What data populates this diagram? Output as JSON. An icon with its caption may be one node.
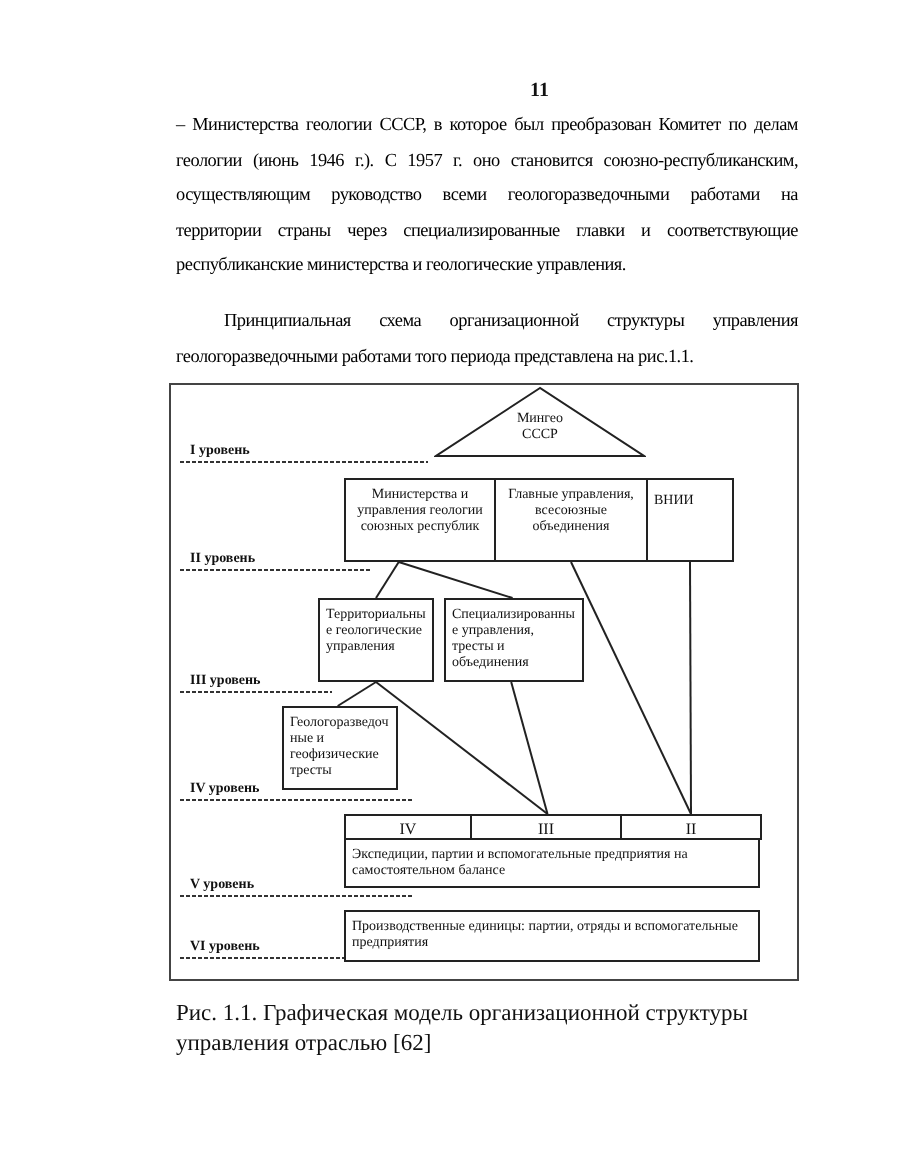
{
  "diagram": {
    "caption": "Рис. 1.1. Графическая модель организационной структуры управления отраслью [62]",
    "nodes": [
      {
        "text": [
          "Мингео СССР"
        ]
      },
      {
        "text": [
          "Министерства и управления геологии союзных республик"
        ]
      },
      {
        "text": [
          "Главные управления, всесоюзные объединения"
        ]
      },
      {
        "text": [
          "ВНИИ"
        ]
      },
      {
        "text": [
          "Территориальные геологические управления"
        ]
      },
      {
        "text": [
          "Специализированные управления, тресты и объединения"
        ]
      },
      {
        "text": [
          "Геологоразведочные и геофизические тресты"
        ]
      },
      {
        "text": [
          "Экспедиции, партии и вспомогательные предприятия на самостоятельном балансе"
        ]
      },
      {
        "text": [
          "IV"
        ],
        "in": 7
      },
      {
        "text": [
          "III"
        ],
        "in": 7
      },
      {
        "text": [
          "II"
        ],
        "in": 7
      },
      {
        "text": [
          "Производственные единицы: партии, отряды и вспомогательные предприятия"
        ]
      }
    ],
    "edges": [
      {
        "from": 1,
        "to": 4,
        "arrow": "none"
      },
      {
        "from": 1,
        "to": 5,
        "arrow": "none"
      },
      {
        "from": 2,
        "to": 10,
        "arrow": "none"
      },
      {
        "from": 3,
        "to": 10,
        "arrow": "none"
      },
      {
        "from": 4,
        "to": 6,
        "arrow": "none"
      },
      {
        "from": 4,
        "to": 9,
        "arrow": "none"
      },
      {
        "from": 5,
        "to": 9,
        "arrow": "none"
      }
    ],
    "labels": [
      "11",
      "– Министерства геологии СССР, в которое был преобразован Комитет по делам геологии (июнь 1946 г.). С 1957 г. оно становится союзно-республиканским, осуществляющим руководство всеми геологоразведочными работами на территории страны через специализированные главки и соответствующие республиканские министерства и геологические управления.",
      "Принципиальная схема организационной структуры управления геологоразведочными работами того периода представлена на рис.1.1.",
      "I уровень",
      "II уровень",
      "III уровень",
      "IV уровень",
      "V уровень",
      "VI уровень"
    ]
  }
}
